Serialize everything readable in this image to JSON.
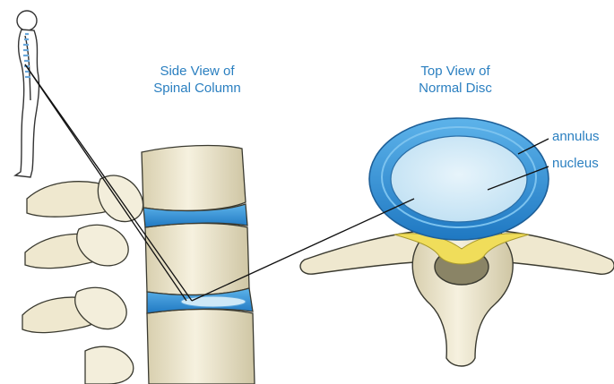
{
  "captions": {
    "side_line1": "Side View of",
    "side_line2": "Spinal Column",
    "top_line1": "Top View of",
    "top_line2": "Normal Disc"
  },
  "labels": {
    "annulus": "annulus",
    "nucleus": "nucleus"
  },
  "colors": {
    "caption_text": "#2a7fc0",
    "disc_annulus": "#2f8fd6",
    "disc_nucleus": "#cde8f7",
    "bone": "#f2ecd6",
    "bone_shadow": "#c9c1a2",
    "nerve": "#f0dd5a"
  }
}
